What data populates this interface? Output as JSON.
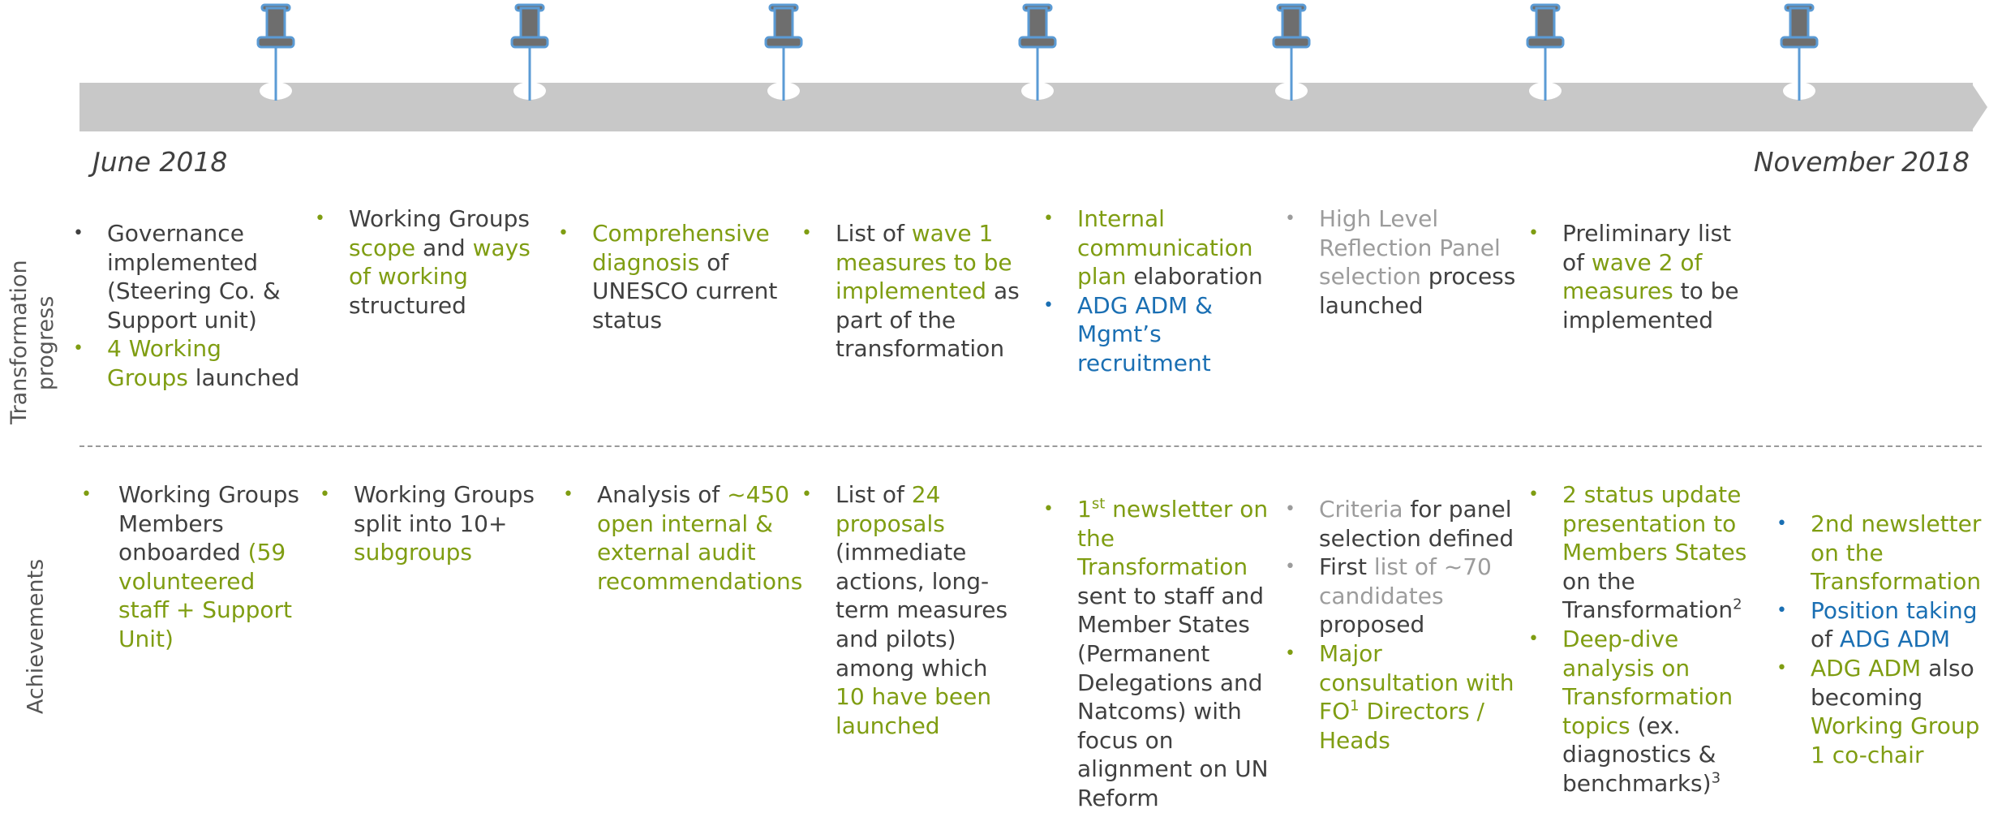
{
  "timeline": {
    "start_label": "June 2018",
    "end_label": "November 2018",
    "pin_icon": "pushpin-icon",
    "pin_count": 7,
    "colors": {
      "band": "#c8c8c8",
      "pin_head": "#6e6e6e",
      "pin_needle": "#5b9bd5",
      "green": "#7f9d12",
      "blue": "#1a6fb3",
      "grey": "#9c9c9c"
    }
  },
  "rows": {
    "progress_label": "Transformation progress",
    "achievements_label": "Achievements"
  },
  "progress": [
    {
      "items": [
        {
          "bullet": "dark",
          "parts": [
            {
              "t": "Governance implemented (Steering Co. & Support unit)",
              "c": "k"
            }
          ]
        },
        {
          "bullet": "green",
          "parts": [
            {
              "t": "4 Working Groups",
              "c": "g"
            },
            {
              "t": " launched",
              "c": "k"
            }
          ]
        }
      ]
    },
    {
      "items": [
        {
          "bullet": "green",
          "parts": [
            {
              "t": "Working Groups ",
              "c": "k"
            },
            {
              "t": "scope",
              "c": "g"
            },
            {
              "t": " and ",
              "c": "k"
            },
            {
              "t": "ways of working",
              "c": "g"
            },
            {
              "t": " structured",
              "c": "k"
            }
          ]
        }
      ]
    },
    {
      "items": [
        {
          "bullet": "green",
          "parts": [
            {
              "t": "Comprehensive diagnosis",
              "c": "g"
            },
            {
              "t": " of UNESCO current status",
              "c": "k"
            }
          ]
        }
      ]
    },
    {
      "items": [
        {
          "bullet": "green",
          "parts": [
            {
              "t": "List of ",
              "c": "k"
            },
            {
              "t": "wave 1 measures to be implemented",
              "c": "g"
            },
            {
              "t": " as part of the transformation",
              "c": "k"
            }
          ]
        }
      ]
    },
    {
      "items": [
        {
          "bullet": "green",
          "parts": [
            {
              "t": "Internal communication plan",
              "c": "g"
            },
            {
              "t": " elaboration",
              "c": "k"
            }
          ]
        },
        {
          "bullet": "blue",
          "parts": [
            {
              "t": "ADG ADM & Mgmt’s recruitment",
              "c": "b"
            }
          ]
        }
      ]
    },
    {
      "items": [
        {
          "bullet": "grey",
          "parts": [
            {
              "t": "High Level Reflection Panel selection",
              "c": "l"
            },
            {
              "t": " process launched",
              "c": "k"
            }
          ]
        }
      ]
    },
    {
      "items": [
        {
          "bullet": "green",
          "parts": [
            {
              "t": "Preliminary list of ",
              "c": "k"
            },
            {
              "t": "wave 2 of measures",
              "c": "g"
            },
            {
              "t": " to be implemented",
              "c": "k"
            }
          ]
        }
      ]
    }
  ],
  "achievements": [
    {
      "items": [
        {
          "bullet": "green",
          "parts": [
            {
              "t": "Working Groups Members onboarded ",
              "c": "k"
            },
            {
              "t": "(59 volunteered staff + Support Unit)",
              "c": "g"
            }
          ]
        }
      ]
    },
    {
      "items": [
        {
          "bullet": "green",
          "parts": [
            {
              "t": "Working Groups split into 10+ ",
              "c": "k"
            },
            {
              "t": "subgroups",
              "c": "g"
            }
          ]
        }
      ]
    },
    {
      "items": [
        {
          "bullet": "green",
          "parts": [
            {
              "t": "Analysis of ",
              "c": "k"
            },
            {
              "t": "~450 open internal & external audit recommendations",
              "c": "g"
            }
          ]
        }
      ]
    },
    {
      "items": [
        {
          "bullet": "green",
          "parts": [
            {
              "t": "List of ",
              "c": "k"
            },
            {
              "t": "24 proposals",
              "c": "g"
            },
            {
              "t": " (immediate actions, long-term measures and pilots) among which ",
              "c": "k"
            },
            {
              "t": "10 have been launched",
              "c": "g"
            }
          ]
        }
      ]
    },
    {
      "items": [
        {
          "bullet": "green",
          "parts": [
            {
              "t": "1",
              "c": "g"
            },
            {
              "t": "st",
              "c": "g",
              "sup": true
            },
            {
              "t": " newsletter on the Transformation",
              "c": "g"
            },
            {
              "t": " sent to staff and Member States (Permanent Delegations and Natcoms) with focus on alignment on UN Reform",
              "c": "k"
            }
          ]
        }
      ]
    },
    {
      "items": [
        {
          "bullet": "grey",
          "parts": [
            {
              "t": "Criteria",
              "c": "l"
            },
            {
              "t": " for panel selection defined",
              "c": "k"
            }
          ]
        },
        {
          "bullet": "grey",
          "parts": [
            {
              "t": "First ",
              "c": "k"
            },
            {
              "t": "list of ~70 candidates",
              "c": "l"
            },
            {
              "t": " proposed",
              "c": "k"
            }
          ]
        },
        {
          "bullet": "green",
          "parts": [
            {
              "t": "Major consultation with FO",
              "c": "g"
            },
            {
              "t": "1",
              "c": "g",
              "sup": true
            },
            {
              "t": " Directors / Heads",
              "c": "g"
            }
          ]
        }
      ]
    },
    {
      "items": [
        {
          "bullet": "green",
          "parts": [
            {
              "t": "2 status update presentation to Members States",
              "c": "g"
            },
            {
              "t": " on the Transformation",
              "c": "k"
            },
            {
              "t": "2",
              "c": "k",
              "sup": true
            }
          ]
        },
        {
          "bullet": "green",
          "parts": [
            {
              "t": "Deep-dive analysis on Transformation topics",
              "c": "g"
            },
            {
              "t": " (ex. diagnostics & benchmarks)",
              "c": "k"
            },
            {
              "t": "3",
              "c": "k",
              "sup": true
            }
          ]
        }
      ]
    },
    {
      "items": [
        {
          "bullet": "blue",
          "parts": [
            {
              "t": "2nd newsletter on the Transformation",
              "c": "g"
            }
          ]
        },
        {
          "bullet": "blue",
          "parts": [
            {
              "t": "Position taking",
              "c": "b"
            },
            {
              "t": " of ",
              "c": "k"
            },
            {
              "t": "ADG ADM",
              "c": "b"
            }
          ]
        },
        {
          "bullet": "green",
          "parts": [
            {
              "t": "ADG ADM",
              "c": "g"
            },
            {
              "t": " also becoming ",
              "c": "k"
            },
            {
              "t": "Working Group 1 co-chair",
              "c": "g"
            }
          ]
        }
      ]
    }
  ]
}
